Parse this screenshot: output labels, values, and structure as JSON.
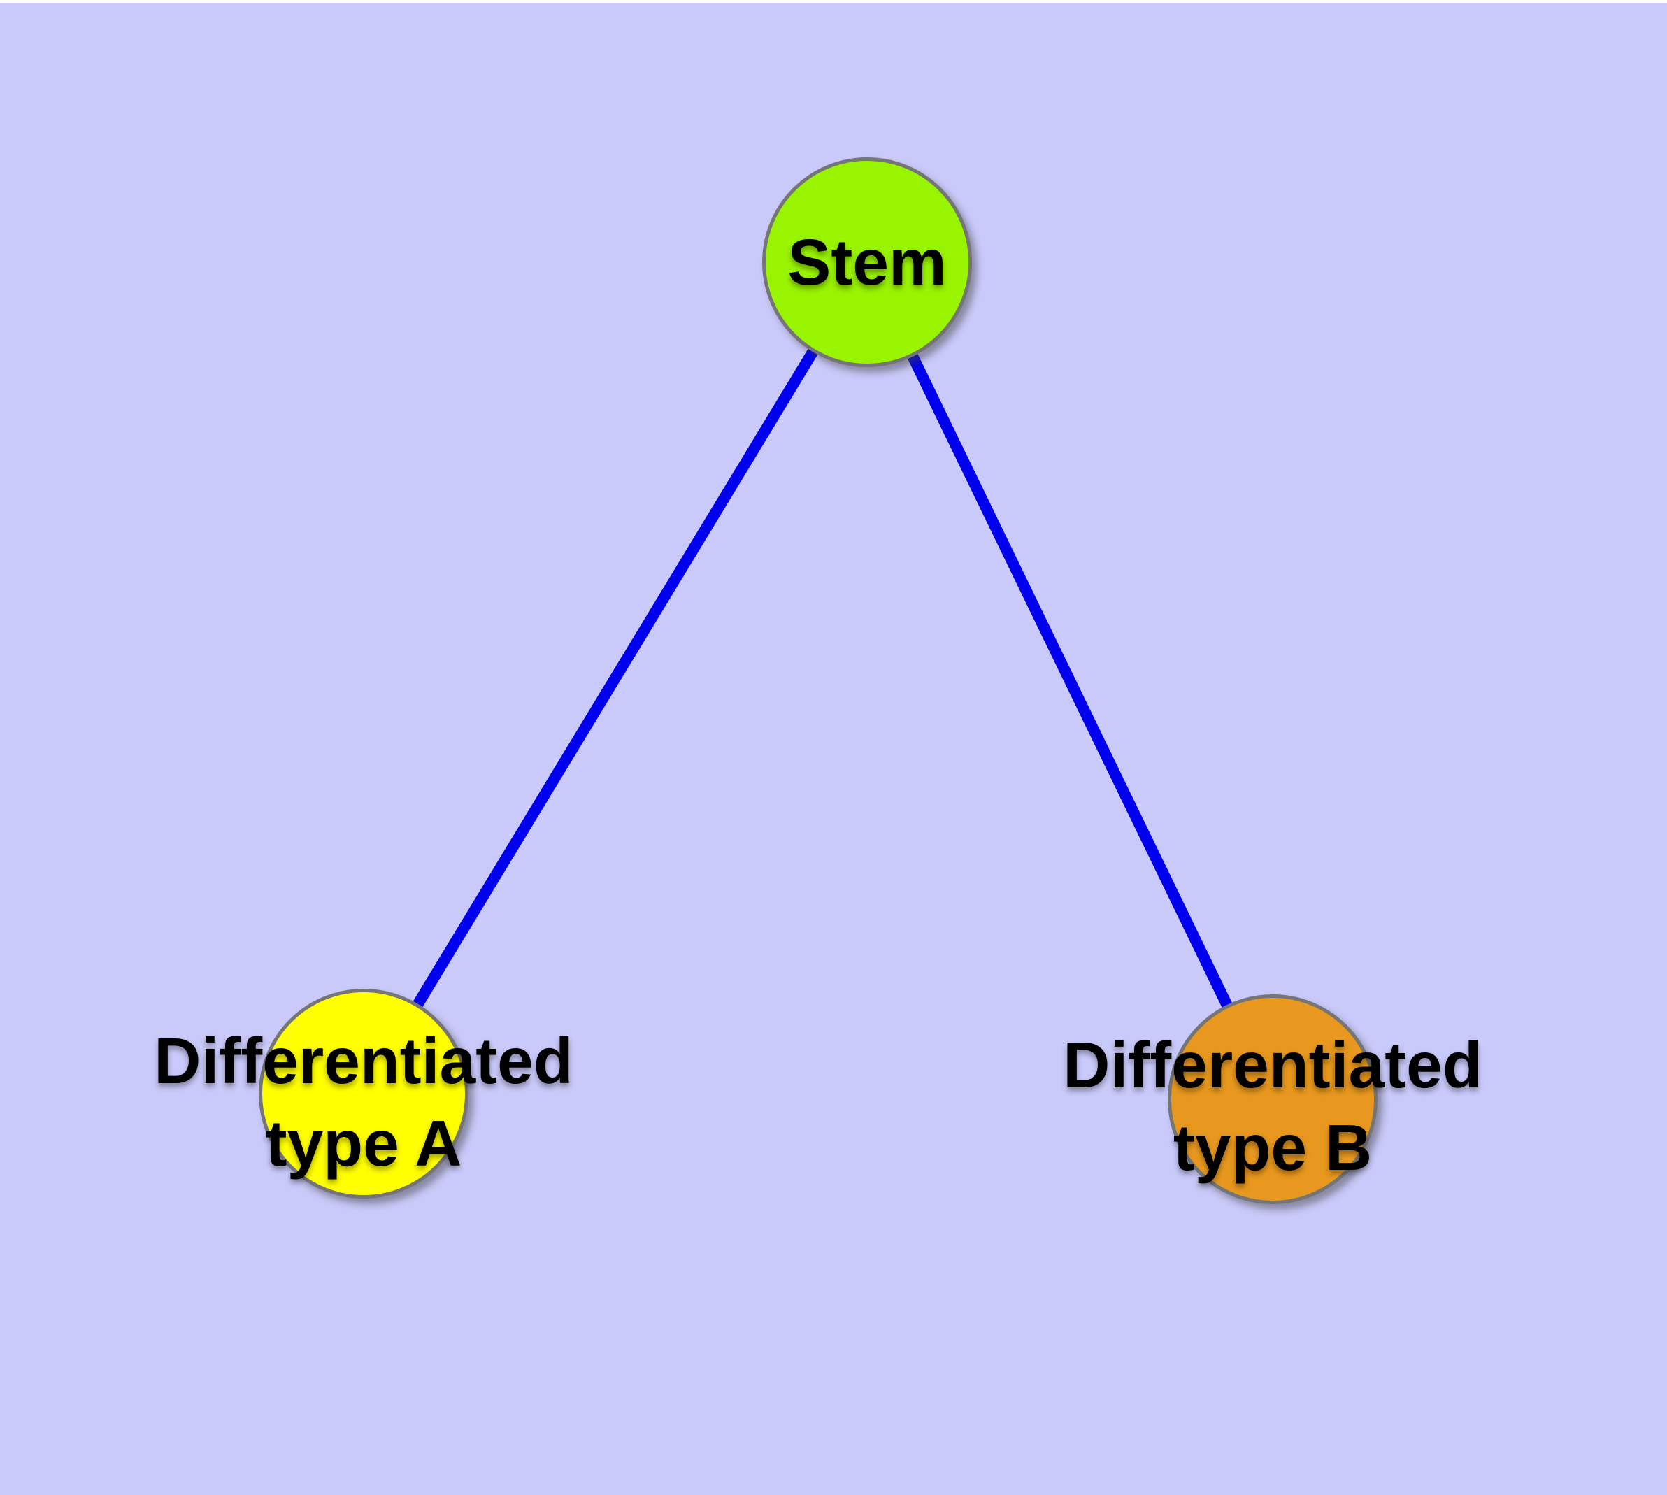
{
  "figure": {
    "background_color": "#C9C9FA",
    "top_border_color": "#FFFFFF",
    "text_color": "#000000",
    "node_border_color": "#757575",
    "edge": {
      "color": "#0000EE"
    },
    "nodes": {
      "stem": {
        "label": "Stem",
        "fill": "#99F400"
      },
      "type_a": {
        "label_line1": "Differentiated",
        "label_line2": "type A",
        "fill": "#FFFF00"
      },
      "type_b": {
        "label_line1": "Differentiated",
        "label_line2": "type B",
        "fill": "#E8981E"
      }
    },
    "edges": [
      {
        "from": "Stem",
        "to": "Differentiated type A"
      },
      {
        "from": "Stem",
        "to": "Differentiated type B"
      }
    ]
  }
}
